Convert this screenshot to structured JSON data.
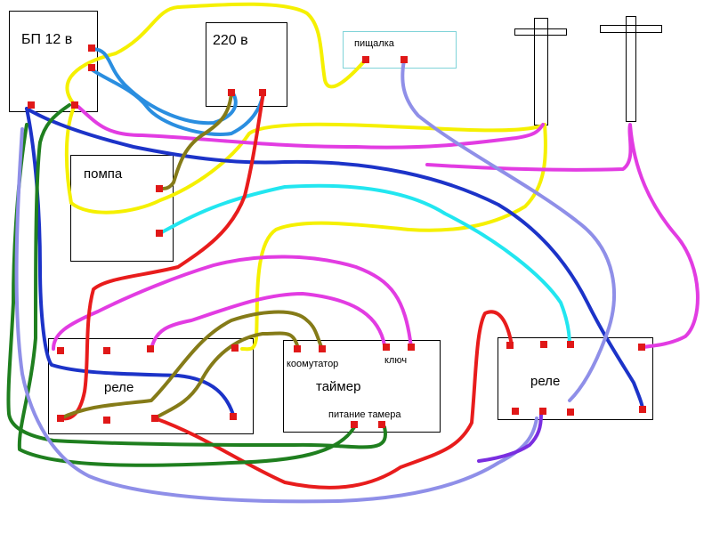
{
  "labels": {
    "psu": "БП 12 в",
    "mains": "220 в",
    "buzzer": "пищалка",
    "pump": "помпа",
    "relay_left": "реле",
    "timer": "таймер",
    "commutator": "коомутатор",
    "key": "ключ",
    "timer_power": "питание тамера",
    "relay_right": "реле"
  },
  "colors": {
    "terminal": "#e01818",
    "buzzer_border": "#7fd3d8",
    "yellow": "#f5f000",
    "blue": "#1c33c8",
    "light_blue": "#2a8ee0",
    "magenta": "#e23ce2",
    "cyan": "#22e6f0",
    "red": "#e81c1c",
    "green": "#1f7f1f",
    "olive": "#857b18",
    "periwinkle": "#8f8fe8",
    "purple": "#7a2ee0"
  },
  "wires": [
    {
      "id": "yellow",
      "color": "yellow"
    },
    {
      "id": "blue",
      "color": "blue"
    },
    {
      "id": "light-blue",
      "color": "light_blue"
    },
    {
      "id": "magenta",
      "color": "magenta"
    },
    {
      "id": "cyan",
      "color": "cyan"
    },
    {
      "id": "red",
      "color": "red"
    },
    {
      "id": "green",
      "color": "green"
    },
    {
      "id": "olive",
      "color": "olive"
    },
    {
      "id": "periwinkle",
      "color": "periwinkle"
    },
    {
      "id": "purple",
      "color": "purple"
    }
  ]
}
